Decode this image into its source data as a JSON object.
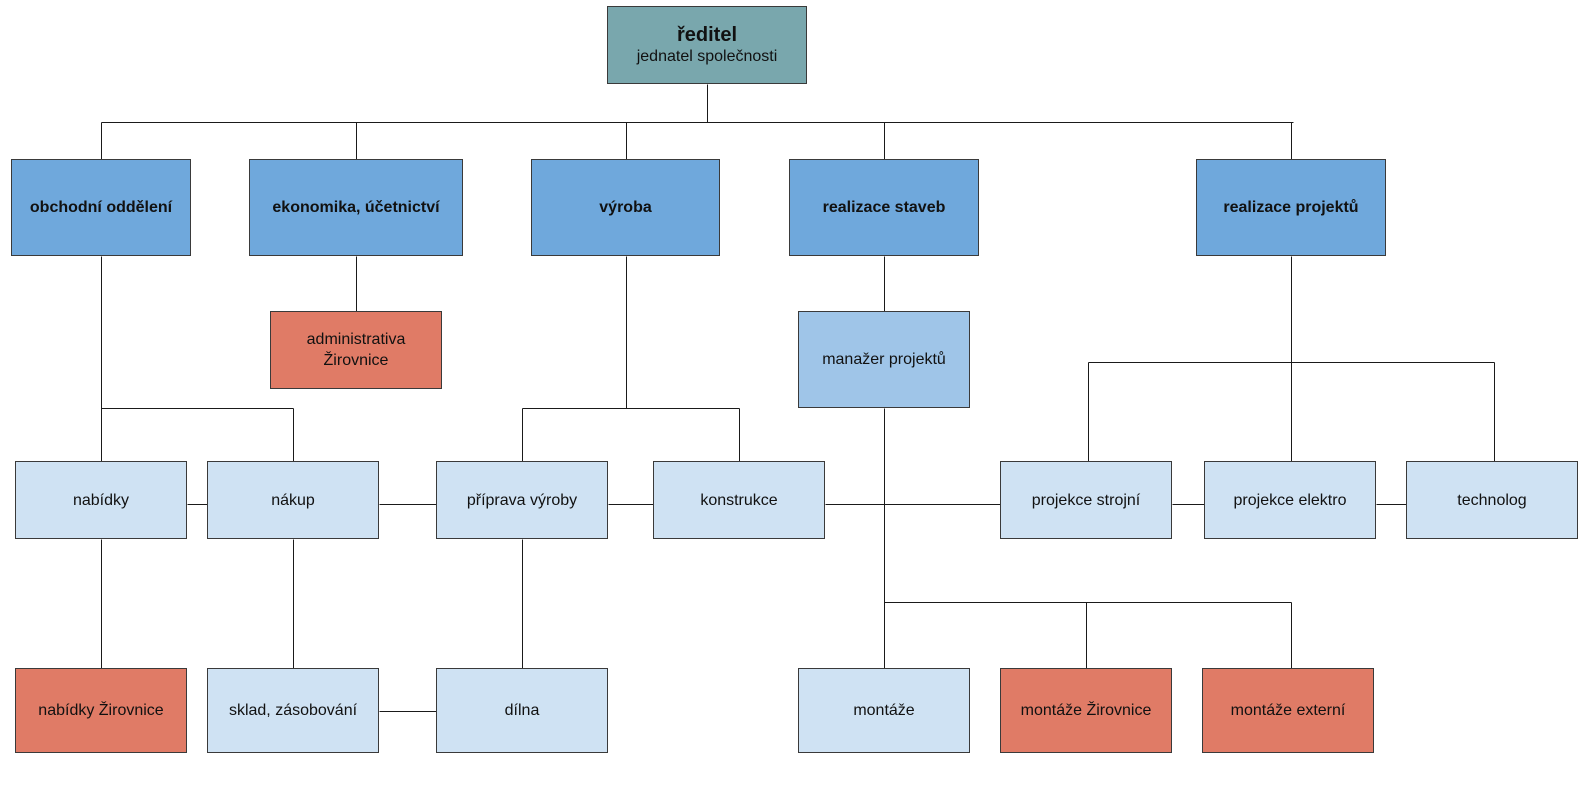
{
  "colors": {
    "root": "#79a7ad",
    "department": "#6fa8dc",
    "manager": "#9fc5e8",
    "unit": "#cfe2f3",
    "external_site": "#e07b66",
    "line": "#1a1a1a"
  },
  "root": {
    "title": "ředitel",
    "subtitle": "jednatel společnosti"
  },
  "departments": {
    "sales": "obchodní oddělení",
    "economics": "ekonomika, účetnictví",
    "production": "výroba",
    "construction": "realizace staveb",
    "projects": "realizace projektů"
  },
  "units": {
    "administrativa": "administrativa\nŽirovnice",
    "manazer": "manažer projektů",
    "nabidky": "nabídky",
    "nakup": "nákup",
    "priprava": "příprava výroby",
    "konstrukce": "konstrukce",
    "projekce_strojni": "projekce strojní",
    "projekce_elektro": "projekce elektro",
    "technolog": "technolog",
    "nabidky_zirovnice": "nabídky Žirovnice",
    "sklad": "sklad, zásobování",
    "dilna": "dílna",
    "montaze": "montáže",
    "montaze_zirovnice": "montáže Žirovnice",
    "montaze_externi": "montáže externí"
  }
}
